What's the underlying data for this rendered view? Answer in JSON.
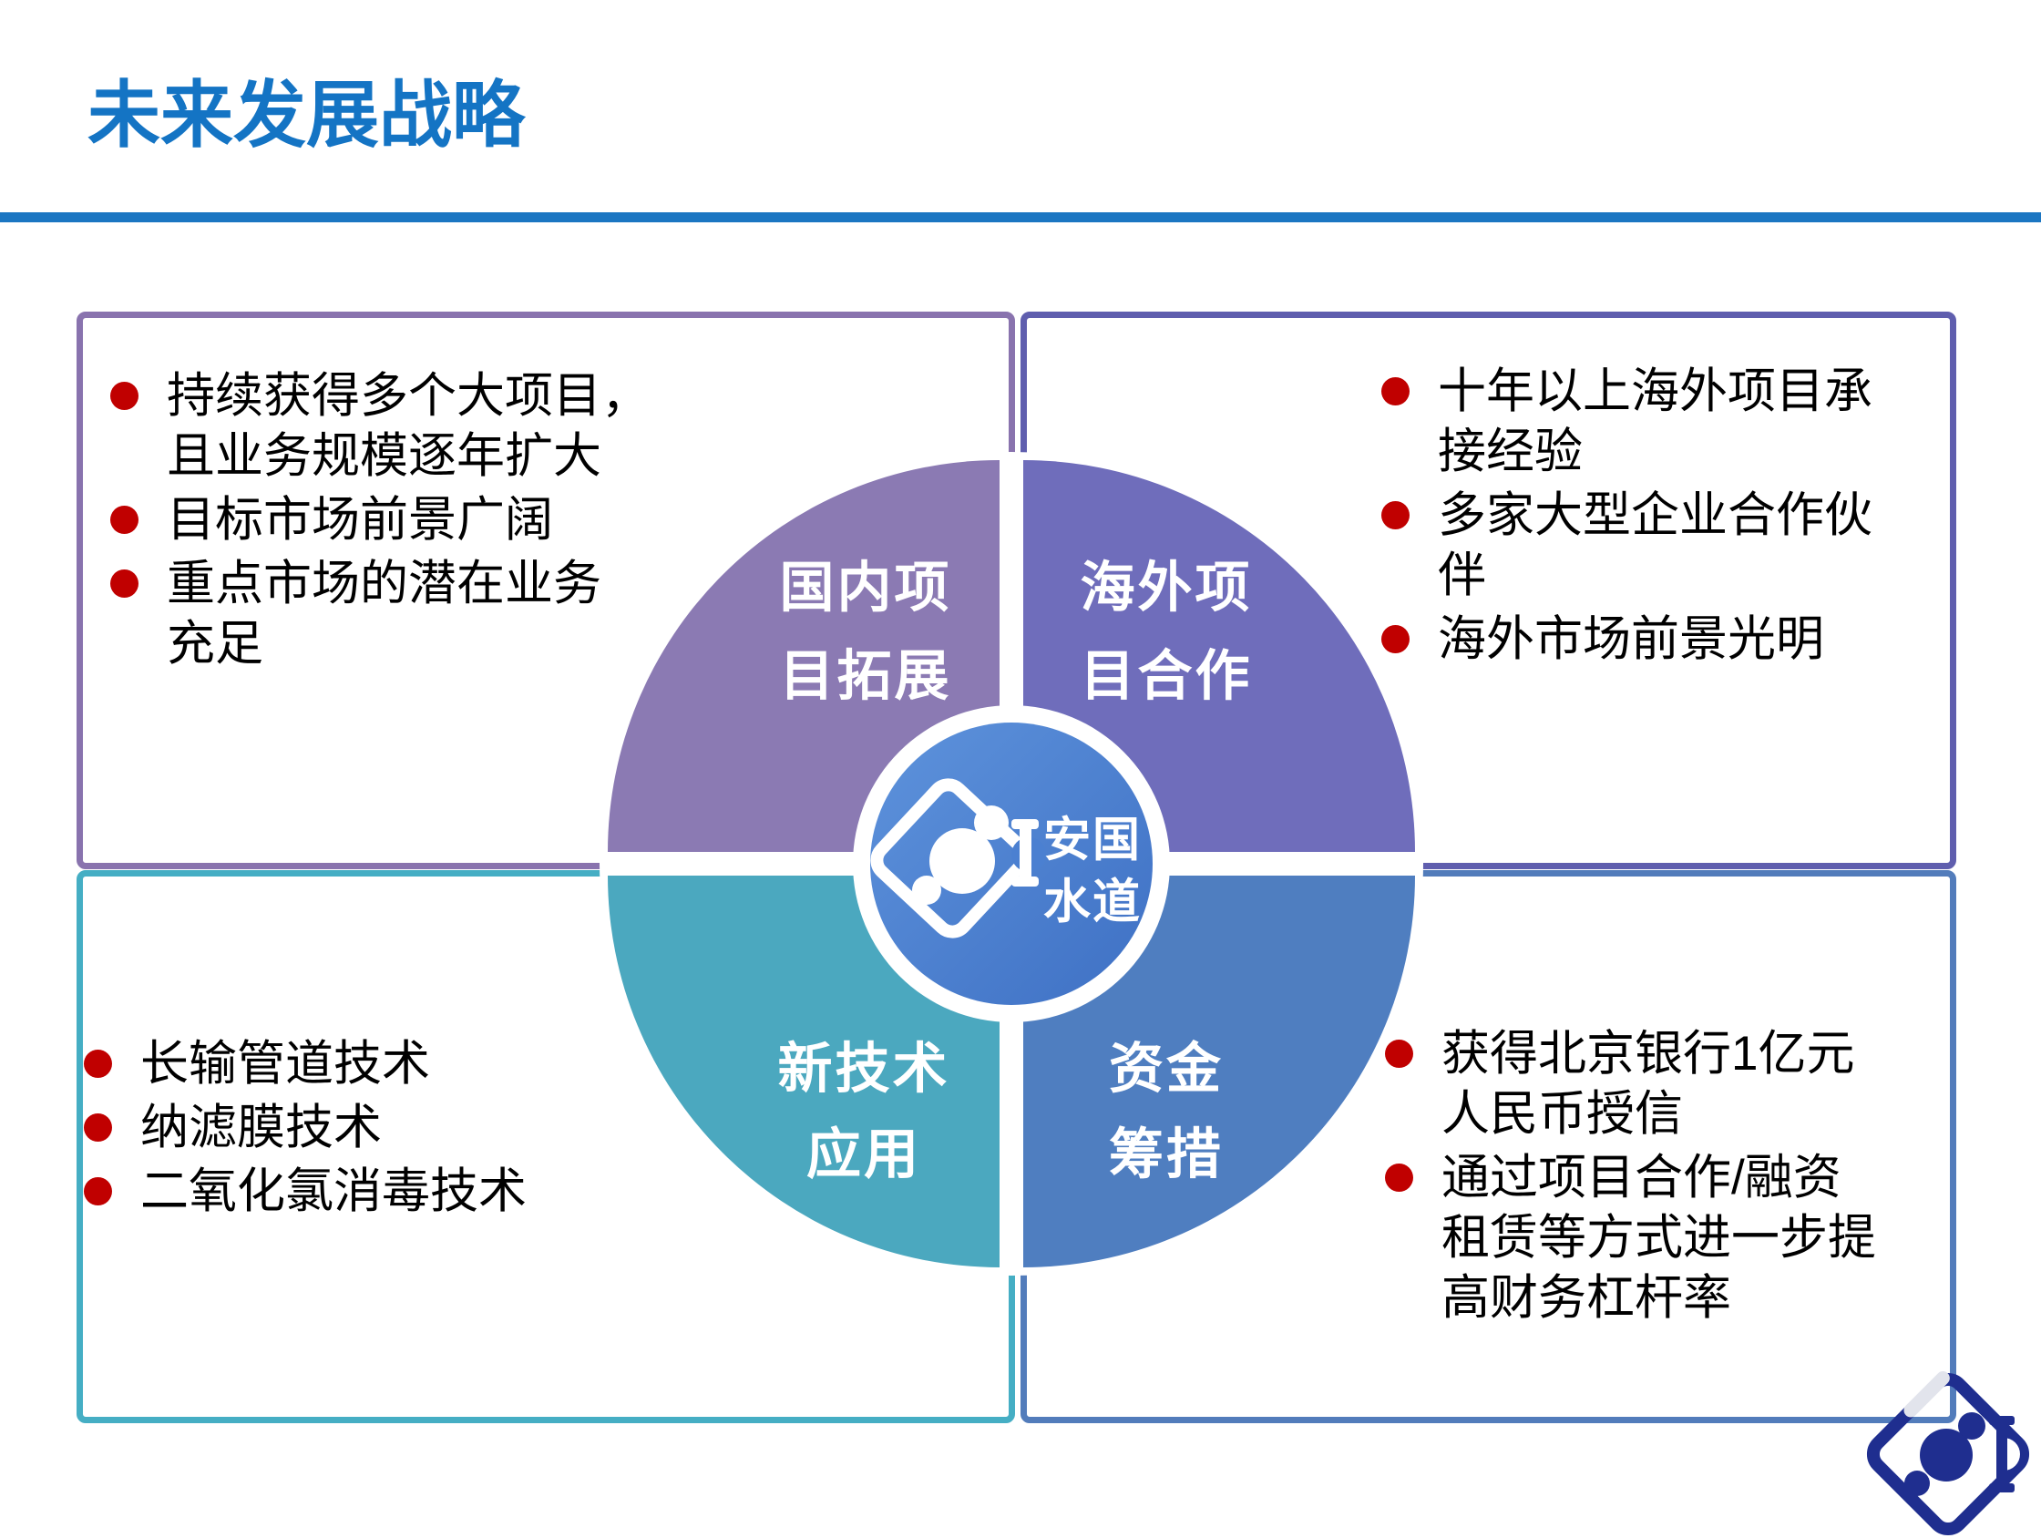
{
  "slide": {
    "title": "未来发展战略",
    "title_color": "#1474C4",
    "rule_color": "#1B76C2",
    "background": "#FFFFFF"
  },
  "boxes": {
    "top_left": {
      "border_color": "#8973AE",
      "bullet_color": "#C00000",
      "bullets": [
        {
          "lines": [
            "持续获得多个大项目，",
            "且业务规模逐年扩大"
          ]
        },
        {
          "lines": [
            "目标市场前景广阔"
          ]
        },
        {
          "lines": [
            "重点市场的潜在业务",
            "充足"
          ]
        }
      ]
    },
    "top_right": {
      "border_color": "#5F5EAE",
      "bullet_color": "#C00000",
      "bullets": [
        {
          "lines": [
            "十年以上海外项目承",
            "接经验"
          ]
        },
        {
          "lines": [
            "多家大型企业合作伙",
            "伴"
          ]
        },
        {
          "lines": [
            "海外市场前景光明"
          ]
        }
      ]
    },
    "bottom_left": {
      "border_color": "#45AEC4",
      "bullet_color": "#C00000",
      "bullets": [
        {
          "lines": [
            "长输管道技术"
          ]
        },
        {
          "lines": [
            "纳滤膜技术"
          ]
        },
        {
          "lines": [
            "二氧化氯消毒技术"
          ]
        }
      ]
    },
    "bottom_right": {
      "border_color": "#527CBB",
      "bullet_color": "#C00000",
      "bullets": [
        {
          "lines": [
            "获得北京银行1亿元",
            "人民币授信"
          ]
        },
        {
          "lines": [
            "通过项目合作/融资",
            "租赁等方式进一步提",
            "高财务杠杆率"
          ]
        }
      ]
    }
  },
  "diagram": {
    "quadrants": {
      "top_left": {
        "color": "#8B7AB3",
        "label_line1": "国内项",
        "label_line2": "目拓展"
      },
      "top_right": {
        "color": "#6F6DBB",
        "label_line1": "海外项",
        "label_line2": "目合作"
      },
      "bottom_left": {
        "color": "#4BA8BF",
        "label_line1": "新技术",
        "label_line2": "应用"
      },
      "bottom_right": {
        "color": "#4F7EC0",
        "label_line1": "资金",
        "label_line2": "筹措"
      }
    },
    "center": {
      "circle_color_light": "#5E93DC",
      "circle_color_dark": "#3E70C4",
      "label_line1": "安国",
      "label_line2": "水道",
      "logo_icon": "anguo-water-pipe-molecule-logo"
    }
  },
  "corner_logo": {
    "icon": "anguo-water-pipe-molecule-logo",
    "color": "#1F2E8F",
    "accent_color": "#E2E4EC"
  }
}
